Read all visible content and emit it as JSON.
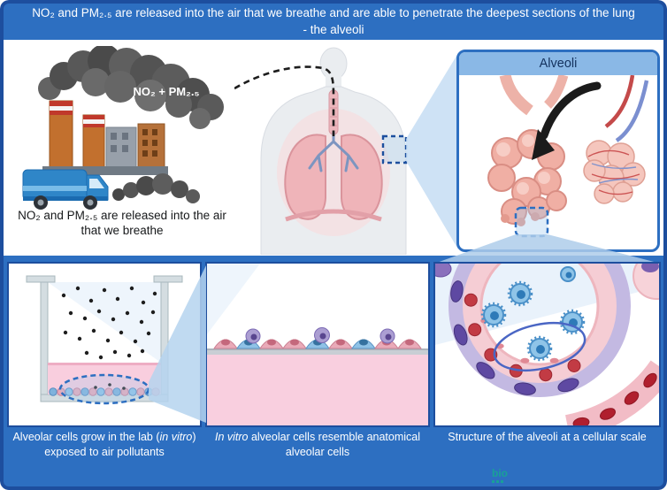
{
  "colors": {
    "frame_border": "#1d4e9e",
    "banner_blue": "#2d6fc1",
    "beam_blue": "#b5d4ef",
    "alveoli_box_header": "#8ab8e6",
    "watermark_teal": "#19a098"
  },
  "header": {
    "text": "NO₂ and PM₂.₅ are released into the air that we breathe and are able to penetrate the deepest sections of the lung - the alveoli"
  },
  "top_section": {
    "smoke_label": "NO₂ + PM₂.₅",
    "factory_caption": "NO₂ and PM₂.₅ are released into the air that we breathe",
    "alveoli_box_title": "Alveoli"
  },
  "bottom_section": {
    "panels": [
      {
        "caption_pre": "Alveolar cells grow in the lab (",
        "caption_italic": "in vitro",
        "caption_post": ") exposed to air pollutants"
      },
      {
        "caption_pre": "",
        "caption_italic": "In vitro",
        "caption_post": " alveolar cells resemble anatomical alveolar cells"
      },
      {
        "caption_pre": "Structure of the alveoli at a cellular scale",
        "caption_italic": "",
        "caption_post": ""
      }
    ]
  },
  "watermark": {
    "label": "bio"
  }
}
